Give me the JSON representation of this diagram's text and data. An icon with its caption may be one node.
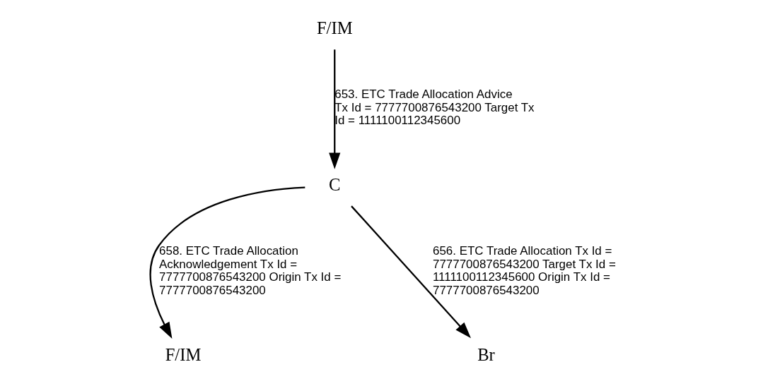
{
  "diagram": {
    "nodes": [
      {
        "text": [
          "F/IM"
        ]
      },
      {
        "text": [
          "C"
        ]
      },
      {
        "text": [
          "F/IM"
        ]
      },
      {
        "text": [
          "Br"
        ]
      }
    ],
    "edges": [
      {
        "from": 0,
        "to": 1,
        "arrow": "to",
        "label": "653. ETC Trade Allocation Advice Tx Id = 7777700876543200 Target Tx Id = 1111100112345600"
      },
      {
        "from": 1,
        "to": 2,
        "arrow": "to",
        "label": "658. ETC Trade Allocation Acknowledgement Tx Id = 7777700876543200 Origin Tx Id = 7777700876543200"
      },
      {
        "from": 1,
        "to": 3,
        "arrow": "to",
        "label": "656. ETC Trade Allocation Tx Id = 7777700876543200 Target Tx Id = 1111100112345600 Origin Tx Id = 7777700876543200"
      }
    ]
  }
}
